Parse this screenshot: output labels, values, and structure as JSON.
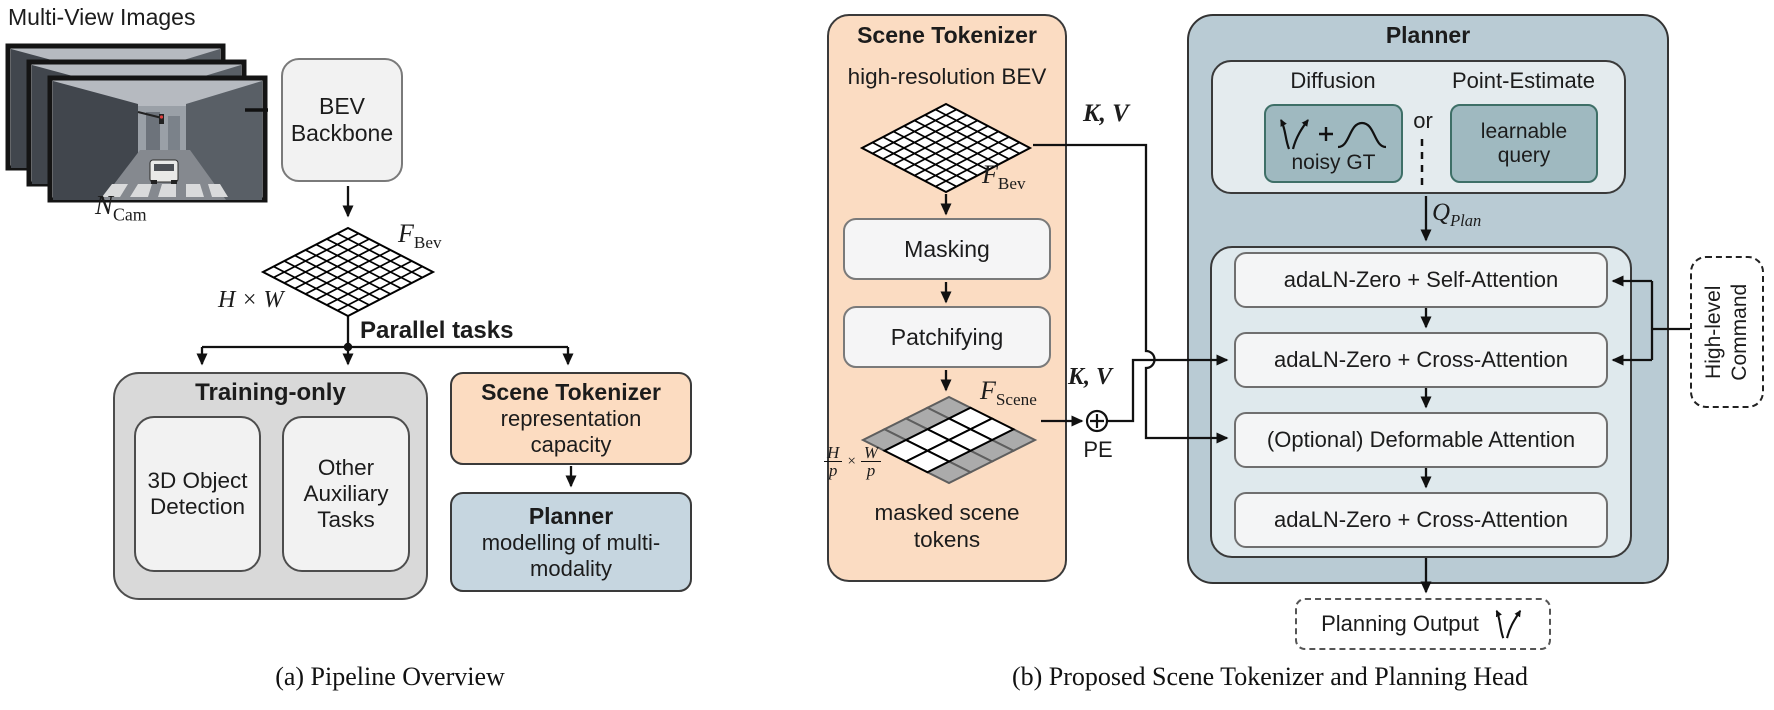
{
  "figure": {
    "caption_a": "(a) Pipeline Overview",
    "caption_b": "(b) Proposed Scene Tokenizer and Planning Head"
  },
  "panel_a": {
    "multi_view_label": "Multi-View Images",
    "n_cam_base": "N",
    "n_cam_sub": "Cam",
    "bev_backbone_line1": "BEV",
    "bev_backbone_line2": "Backbone",
    "f_bev_base": "F",
    "f_bev_sub": "Bev",
    "dims_label": "H × W",
    "parallel_tasks_label": "Parallel tasks",
    "training_only": {
      "title": "Training-only",
      "item1": "3D Object Detection",
      "item2": "Other Auxiliary Tasks"
    },
    "scene_tokenizer": {
      "title": "Scene Tokenizer",
      "line1": "representation",
      "line2": "capacity"
    },
    "planner": {
      "title": "Planner",
      "line1": "modelling of multi-",
      "line2": "modality"
    }
  },
  "panel_b": {
    "tokenizer": {
      "title": "Scene Tokenizer",
      "high_res_bev": "high-resolution BEV",
      "f_bev_base": "F",
      "f_bev_sub": "Bev",
      "masking": "Masking",
      "patchifying": "Patchifying",
      "f_scene_base": "F",
      "f_scene_sub": "Scene",
      "frac_num1": "H",
      "frac_den1": "p",
      "frac_times": "×",
      "frac_num2": "W",
      "frac_den2": "p",
      "masked_tokens_line1": "masked scene",
      "masked_tokens_line2": "tokens"
    },
    "kv_top": "K, V",
    "kv_bottom": "K, V",
    "pe_label": "PE",
    "planner": {
      "title": "Planner",
      "diffusion_label": "Diffusion",
      "point_estimate_label": "Point-Estimate",
      "or_label": "or",
      "noisy_gt_label": "noisy GT",
      "learnable_query_line1": "learnable",
      "learnable_query_line2": "query",
      "q_plan_base": "Q",
      "q_plan_sub": "Plan",
      "block1": "adaLN-Zero + Self-Attention",
      "block2": "adaLN-Zero + Cross-Attention",
      "block3": "(Optional) Deformable Attention",
      "block4": "adaLN-Zero + Cross-Attention",
      "planning_output_label": "Planning Output"
    },
    "high_level_command_line1": "High-level",
    "high_level_command_line2": "Command"
  },
  "colors": {
    "peach": "#fbdcc2",
    "planner_b_bg": "#b9cbd4",
    "planner_a_bg": "#c6d6e0",
    "subpanel_bg": "#e4ebee",
    "subpanel2_bg": "#dfe9ed",
    "teal_box": "#9fb9c0",
    "teal_border": "#3e6f67",
    "training_bg": "#d9d9d9",
    "node_bg": "#f4f5f6",
    "masked_cell_gray": "#ababab"
  }
}
